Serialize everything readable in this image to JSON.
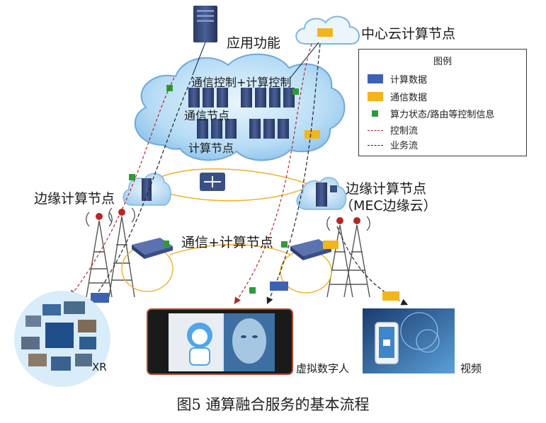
{
  "labels": {
    "app_function": "应用功能",
    "central_cloud": "中心云计算节点",
    "cloud_control": "通信控制+计算控制",
    "cloud_comm_node": "通信节点",
    "cloud_compute_node": "计算节点",
    "edge_left": "边缘计算节点",
    "edge_right_1": "边缘计算节点",
    "edge_right_2": "（MEC边缘云）",
    "comm_compute_node": "通信+计算节点",
    "xr": "XR",
    "digital_human": "虚拟数字人",
    "video": "视频"
  },
  "legend": {
    "title": "图例",
    "items": [
      {
        "label": "计算数据",
        "swatch": "blue"
      },
      {
        "label": "通信数据",
        "swatch": "yellow"
      },
      {
        "label": "算力状态/路由等控制信息",
        "swatch": "green"
      },
      {
        "label": "控制流",
        "swatch": "red-dashed"
      },
      {
        "label": "业务流",
        "swatch": "black-dashed"
      }
    ]
  },
  "caption": "图5    通算融合服务的基本流程",
  "colors": {
    "compute_data": "#3d62b3",
    "comm_data": "#f3b51c",
    "control_info": "#2e9a3a",
    "control_flow": "#b52626",
    "service_flow": "#222222",
    "cloud_fill": "#a9d4f3",
    "ring": "#f0b02a"
  }
}
